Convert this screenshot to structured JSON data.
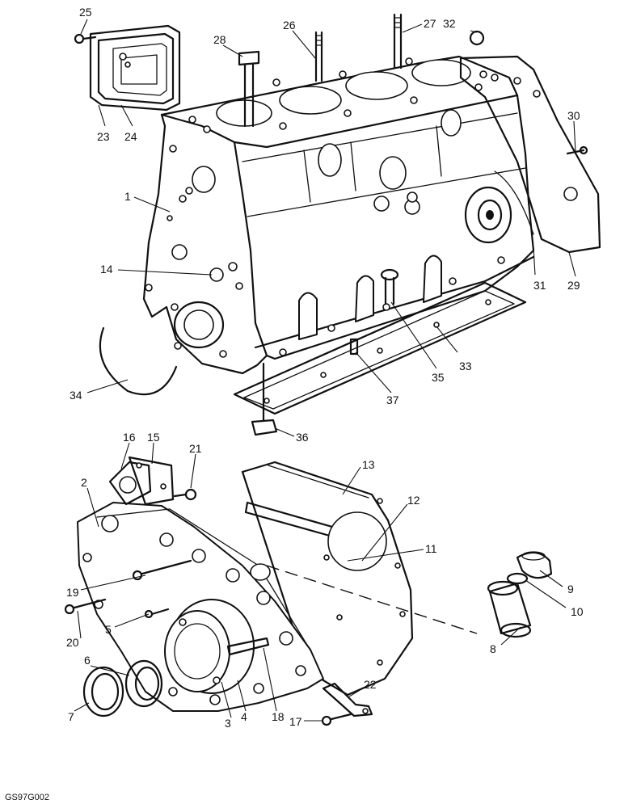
{
  "diagram": {
    "figure_code": "GS97G002",
    "callouts": [
      {
        "id": "c1",
        "label": "1"
      },
      {
        "id": "c2",
        "label": "2"
      },
      {
        "id": "c3",
        "label": "3"
      },
      {
        "id": "c4",
        "label": "4"
      },
      {
        "id": "c5",
        "label": "5"
      },
      {
        "id": "c6",
        "label": "6"
      },
      {
        "id": "c7",
        "label": "7"
      },
      {
        "id": "c8",
        "label": "8"
      },
      {
        "id": "c9",
        "label": "9"
      },
      {
        "id": "c10",
        "label": "10"
      },
      {
        "id": "c11",
        "label": "11"
      },
      {
        "id": "c12",
        "label": "12"
      },
      {
        "id": "c13",
        "label": "13"
      },
      {
        "id": "c14",
        "label": "14"
      },
      {
        "id": "c15",
        "label": "15"
      },
      {
        "id": "c16",
        "label": "16"
      },
      {
        "id": "c17",
        "label": "17"
      },
      {
        "id": "c18",
        "label": "18"
      },
      {
        "id": "c19",
        "label": "19"
      },
      {
        "id": "c20",
        "label": "20"
      },
      {
        "id": "c21",
        "label": "21"
      },
      {
        "id": "c22",
        "label": "22"
      },
      {
        "id": "c23",
        "label": "23"
      },
      {
        "id": "c24",
        "label": "24"
      },
      {
        "id": "c25",
        "label": "25"
      },
      {
        "id": "c26",
        "label": "26"
      },
      {
        "id": "c27",
        "label": "27"
      },
      {
        "id": "c28",
        "label": "28"
      },
      {
        "id": "c29",
        "label": "29"
      },
      {
        "id": "c30",
        "label": "30"
      },
      {
        "id": "c31",
        "label": "31"
      },
      {
        "id": "c32",
        "label": "32"
      },
      {
        "id": "c33",
        "label": "33"
      },
      {
        "id": "c34",
        "label": "34"
      },
      {
        "id": "c35",
        "label": "35"
      },
      {
        "id": "c36",
        "label": "36"
      },
      {
        "id": "c37",
        "label": "37"
      }
    ]
  }
}
